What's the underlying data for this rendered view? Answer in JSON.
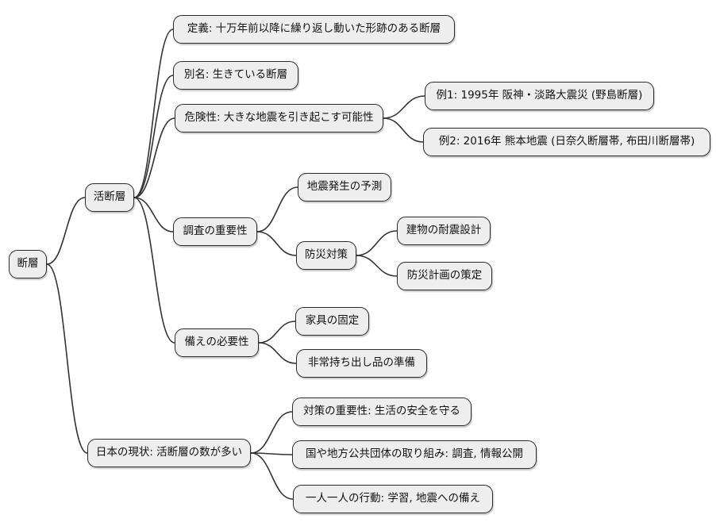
{
  "diagram": {
    "type": "mindmap",
    "title": "断層",
    "background_color": "#ffffff",
    "node_fill_color": "#eeeeee",
    "node_border_color": "#2b2b2b",
    "edge_color": "#333333",
    "text_color": "#111111",
    "nodes": [
      {
        "id": "fault-root",
        "label": "断層",
        "parent": null
      },
      {
        "id": "active-fault",
        "label": "活断層",
        "parent": "fault-root"
      },
      {
        "id": "definition",
        "label": "定義: 十万年前以降に繰り返し動いた形跡のある断層",
        "parent": "active-fault"
      },
      {
        "id": "alias",
        "label": "別名: 生きている断層",
        "parent": "active-fault"
      },
      {
        "id": "danger",
        "label": "危険性: 大きな地震を引き起こす可能性",
        "parent": "active-fault"
      },
      {
        "id": "example-1",
        "label": "例1: 1995年 阪神・淡路大震災 (野島断層)",
        "parent": "danger"
      },
      {
        "id": "example-2",
        "label": "例2: 2016年 熊本地震 (日奈久断層帯, 布田川断層帯)",
        "parent": "danger"
      },
      {
        "id": "survey-importance",
        "label": "調査の重要性",
        "parent": "active-fault"
      },
      {
        "id": "earthquake-prediction",
        "label": "地震発生の予測",
        "parent": "survey-importance"
      },
      {
        "id": "disaster-prevention",
        "label": "防災対策",
        "parent": "survey-importance"
      },
      {
        "id": "seismic-design",
        "label": "建物の耐震設計",
        "parent": "disaster-prevention"
      },
      {
        "id": "disaster-plan",
        "label": "防災計画の策定",
        "parent": "disaster-prevention"
      },
      {
        "id": "preparedness",
        "label": "備えの必要性",
        "parent": "active-fault"
      },
      {
        "id": "furniture-fixing",
        "label": "家具の固定",
        "parent": "preparedness"
      },
      {
        "id": "emergency-kit",
        "label": "非常持ち出し品の準備",
        "parent": "preparedness"
      },
      {
        "id": "japan-status",
        "label": "日本の現状: 活断層の数が多い",
        "parent": "fault-root"
      },
      {
        "id": "countermeasure-importance",
        "label": "対策の重要性: 生活の安全を守る",
        "parent": "japan-status"
      },
      {
        "id": "government-efforts",
        "label": "国や地方公共団体の取り組み: 調査, 情報公開",
        "parent": "japan-status"
      },
      {
        "id": "individual-action",
        "label": "一人一人の行動: 学習, 地震への備え",
        "parent": "japan-status"
      }
    ]
  }
}
